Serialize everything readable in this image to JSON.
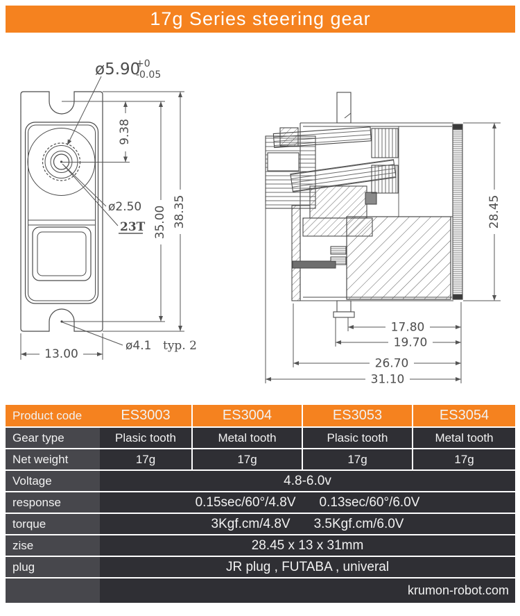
{
  "title": "17g Series steering gear",
  "front_view": {
    "dia_spline": "ø5.90",
    "tol_plus": "+0",
    "tol_minus": "-0.05",
    "dim_height_to_center": "9.38",
    "dia_screw": "ø2.50",
    "teeth": "23T",
    "dim_mount_span": "35.00",
    "dim_total_height": "38.35",
    "dim_width": "13.00",
    "dia_mount_hole": "ø4.1",
    "mount_hole_qty": "typ. 2"
  },
  "side_view": {
    "dim_height": "28.45",
    "dim_1": "17.80",
    "dim_2": "19.70",
    "dim_3": "26.70",
    "dim_4": "31.10"
  },
  "table": {
    "product_row": {
      "label": "Product code",
      "codes": [
        "ES3003",
        "ES3004",
        "ES3053",
        "ES3054"
      ]
    },
    "gear_row": {
      "label": "Gear type",
      "values": [
        "Plasic tooth",
        "Metal tooth",
        "Plasic tooth",
        "Metal tooth"
      ]
    },
    "weight_row": {
      "label": "Net weight",
      "values": [
        "17g",
        "17g",
        "17g",
        "17g"
      ]
    },
    "voltage_row": {
      "label": "Voltage",
      "value": "4.8-6.0v"
    },
    "response_row": {
      "label": "response",
      "value1": "0.15sec/60°/4.8V",
      "value2": "0.13sec/60°/6.0V"
    },
    "torque_row": {
      "label": "torque",
      "value1": "3Kgf.cm/4.8V",
      "value2": "3.5Kgf.cm/6.0V"
    },
    "size_row": {
      "label": "zise",
      "value": "28.45 x 13 x 31mm"
    },
    "plug_row": {
      "label": "plug",
      "value": "JR plug , FUTABA , univeral"
    },
    "footer": "krumon-robot.com"
  },
  "colors": {
    "accent_orange": "#F5821F",
    "row_dark": "#2F2F34",
    "label_gray": "#47474C",
    "line_gray": "#4a4a4a"
  }
}
